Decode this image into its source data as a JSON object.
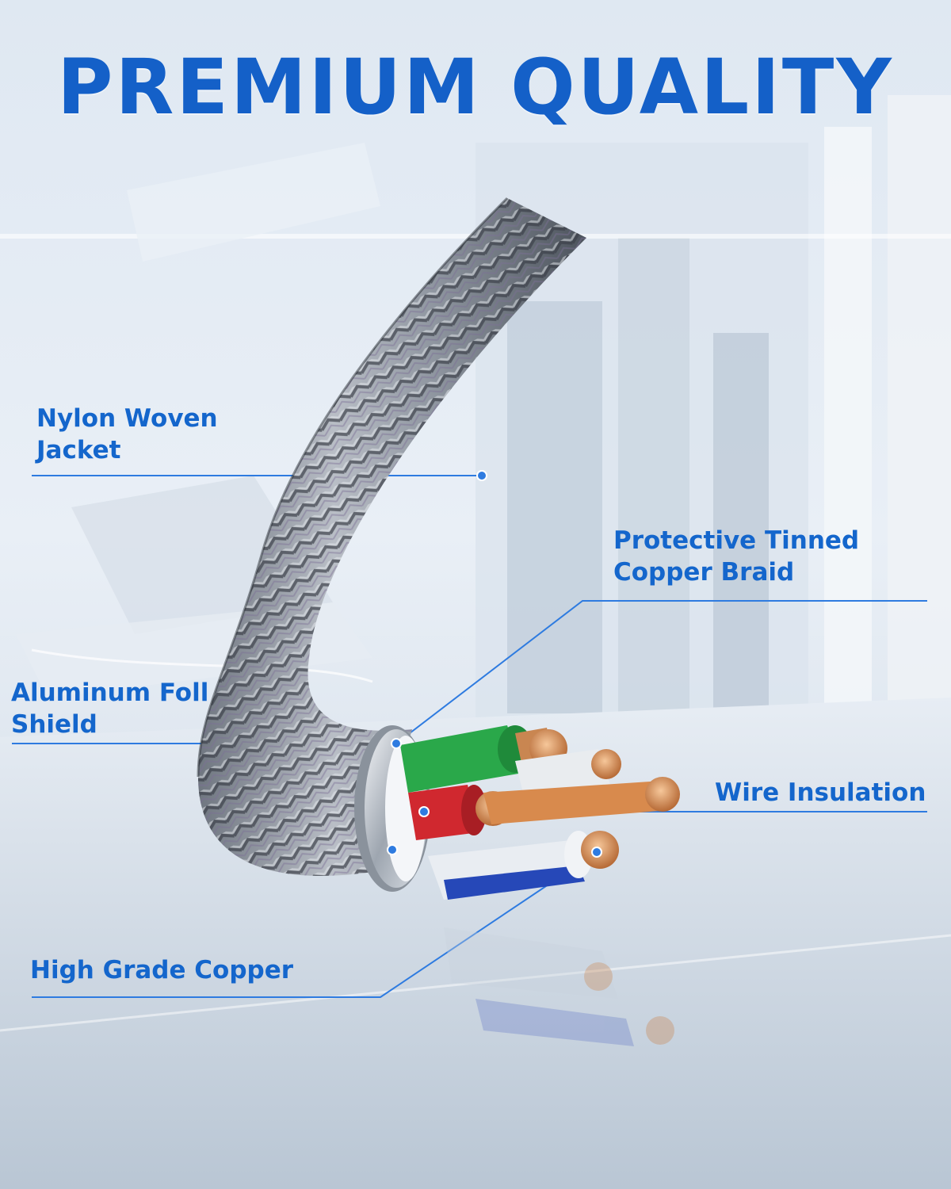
{
  "title": "PREMIUM QUALITY",
  "colors": {
    "accent": "#1466cc",
    "callout_line": "#2e7be0"
  },
  "callouts": [
    {
      "name": "nylon-woven-jacket",
      "lines": [
        "Nylon Woven",
        "Jacket"
      ]
    },
    {
      "name": "protective-tinned-copper-braid",
      "lines": [
        "Protective Tinned",
        "Copper Braid"
      ]
    },
    {
      "name": "aluminum-foil-shield",
      "lines": [
        "Aluminum Foll",
        "Shield"
      ]
    },
    {
      "name": "wire-insulation",
      "lines": [
        "Wire Insulation"
      ]
    },
    {
      "name": "high-grade-copper",
      "lines": [
        "High Grade Copper"
      ]
    }
  ]
}
